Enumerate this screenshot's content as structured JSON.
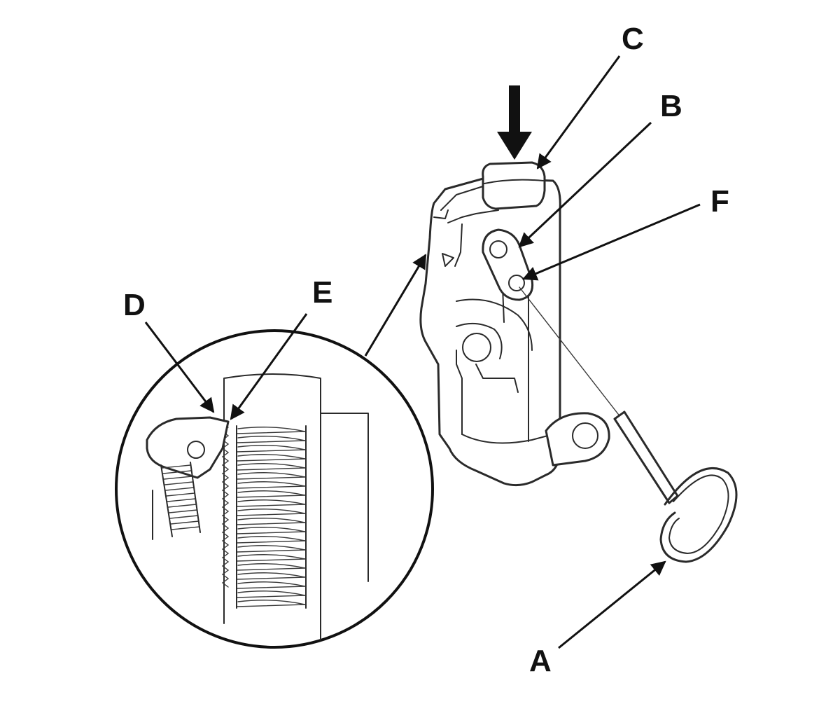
{
  "labels": {
    "A": "A",
    "B": "B",
    "C": "C",
    "D": "D",
    "E": "E",
    "F": "F"
  },
  "colors": {
    "line": "#2a2a2a",
    "arrow": "#111111",
    "background": "#ffffff"
  }
}
